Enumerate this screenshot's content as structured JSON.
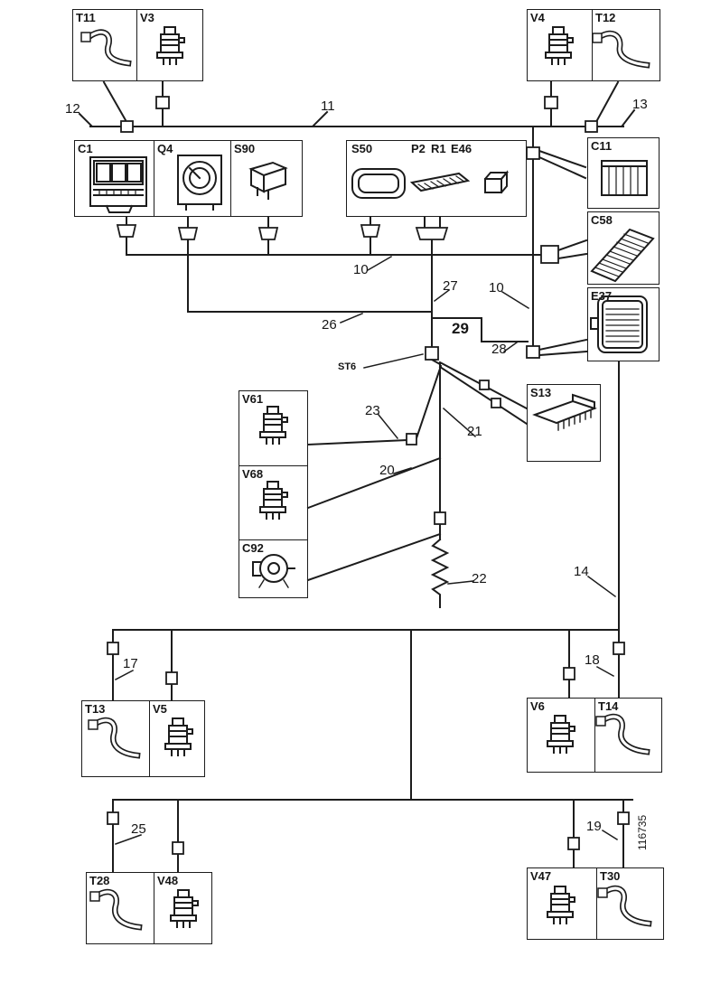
{
  "components": {
    "t11": "T11",
    "v3": "V3",
    "v4": "V4",
    "t12": "T12",
    "c1": "C1",
    "q4": "Q4",
    "s90": "S90",
    "s50": "S50",
    "p2": "P2",
    "r1": "R1",
    "e46": "E46",
    "c11": "C11",
    "c58": "C58",
    "e37": "E37",
    "v61": "V61",
    "v68": "V68",
    "c92": "C92",
    "s13": "S13",
    "t13": "T13",
    "v5": "V5",
    "v6": "V6",
    "t14": "T14",
    "t28": "T28",
    "v48": "V48",
    "v47": "V47",
    "t30": "T30"
  },
  "wires": {
    "w10a": "10",
    "w10b": "10",
    "w11": "11",
    "w12": "12",
    "w13": "13",
    "w14": "14",
    "w17": "17",
    "w18": "18",
    "w19": "19",
    "w20": "20",
    "w21": "21",
    "w22": "22",
    "w23": "23",
    "w25": "25",
    "w26": "26",
    "w27": "27",
    "w28": "28",
    "w29": "29",
    "st6": "ST6"
  },
  "part_number": "116735"
}
